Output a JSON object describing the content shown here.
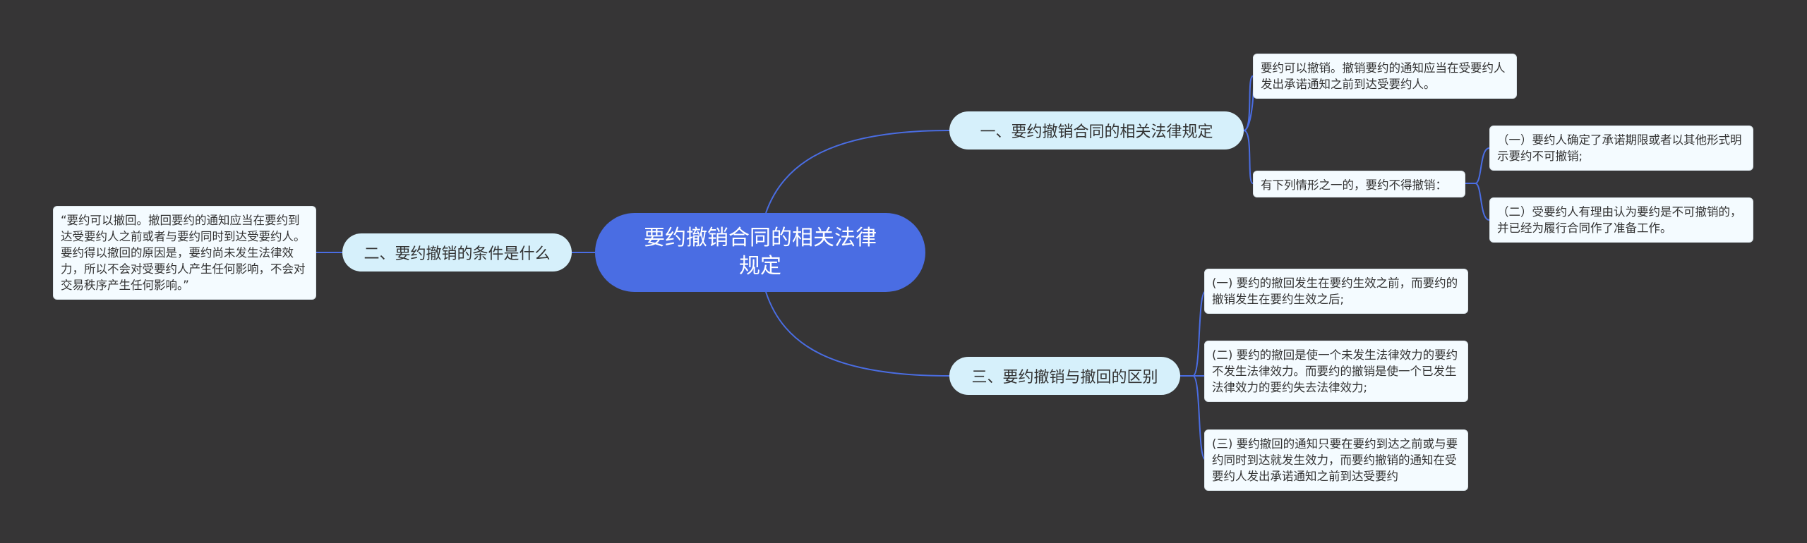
{
  "root": {
    "title": "要约撤销合同的相关法律规定"
  },
  "branches": [
    {
      "label": "一、要约撤销合同的相关法律规定",
      "children": [
        {
          "text": "要约可以撤销。撤销要约的通知应当在受要约人发出承诺通知之前到达受要约人。"
        },
        {
          "text": "有下列情形之一的，要约不得撤销：",
          "children": [
            {
              "text": "（一）要约人确定了承诺期限或者以其他形式明示要约不可撤销;"
            },
            {
              "text": "（二）受要约人有理由认为要约是不可撤销的，并已经为履行合同作了准备工作。"
            }
          ]
        }
      ]
    },
    {
      "label": "二、要约撤销的条件是什么",
      "children": [
        {
          "text": "“要约可以撤回。撤回要约的通知应当在要约到达受要约人之前或者与要约同时到达受要约人。要约得以撤回的原因是，要约尚未发生法律效力，所以不会对受要约人产生任何影响，不会对交易秩序产生任何影响。”"
        }
      ]
    },
    {
      "label": "三、要约撤销与撤回的区别",
      "children": [
        {
          "text": "(一) 要约的撤回发生在要约生效之前，而要约的撤销发生在要约生效之后;"
        },
        {
          "text": "(二) 要约的撤回是使一个未发生法律效力的要约不发生法律效力。而要约的撤销是使一个已发生法律效力的要约失去法律效力;"
        },
        {
          "text": "(三) 要约撤回的通知只要在要约到达之前或与要约同时到达就发生效力，而要约撤销的通知在受要约人发出承诺通知之前到达受要约"
        }
      ]
    }
  ],
  "colors": {
    "background": "#363536",
    "root": "#4a6de3",
    "branch": "#d6f0fb",
    "leaf": "#f4fbff",
    "connector": "#4a6de3"
  }
}
